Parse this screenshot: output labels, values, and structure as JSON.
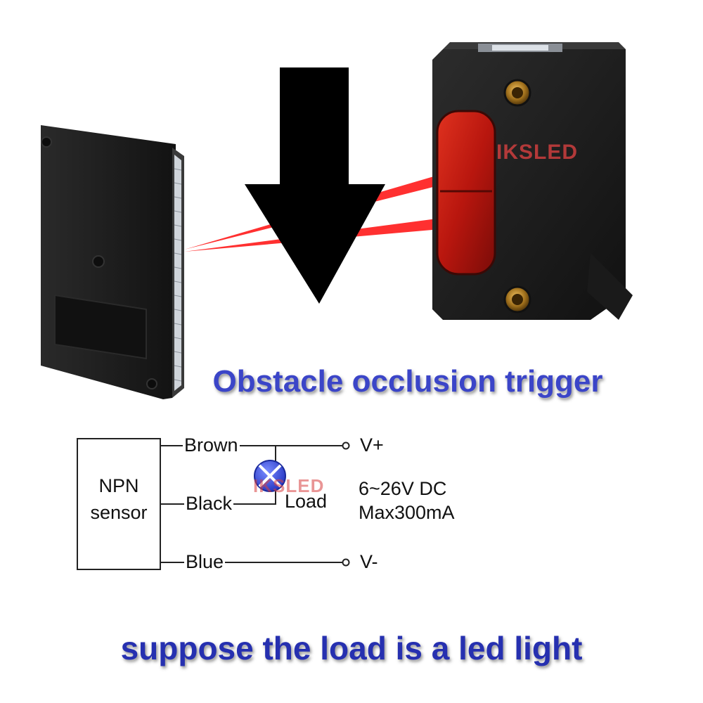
{
  "colors": {
    "caption_blue": "#3b45c8",
    "caption_blue_dark": "#2630b0",
    "laser_red": "#ff1a1a",
    "sensor_body": "#1f1f1f",
    "lens_red": "#c41a12",
    "watermark_red": "#d84040",
    "arrow_black": "#000000",
    "lamp_blue": "#3a4fd8"
  },
  "icons": {
    "arrow": "down-arrow-icon",
    "lamp": "lamp-icon",
    "terminal": "terminal-circle-icon"
  },
  "watermark": {
    "brand": "IKSLED"
  },
  "captions": {
    "top": "Obstacle occlusion trigger",
    "bottom": "suppose the load is a led light"
  },
  "circuit": {
    "sensor_label_line1": "NPN",
    "sensor_label_line2": "sensor",
    "wire_brown": "Brown",
    "wire_black": "Black",
    "wire_blue": "Blue",
    "terminal_positive": "V+",
    "terminal_negative": "V-",
    "load_label": "Load",
    "supply_voltage": "6~26V DC",
    "supply_current": "Max300mA"
  }
}
